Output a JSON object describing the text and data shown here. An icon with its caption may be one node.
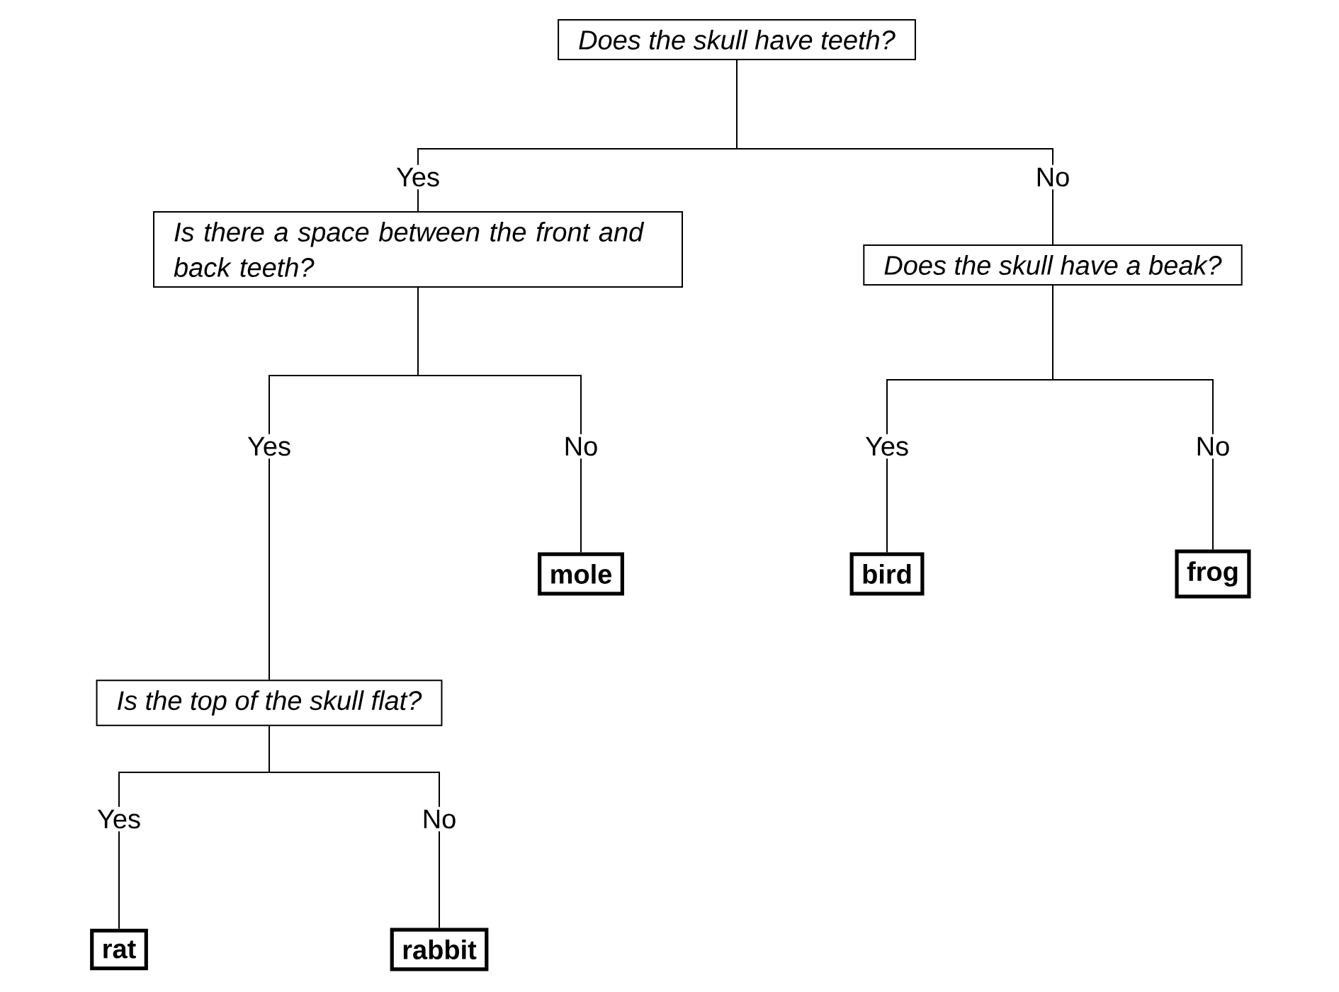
{
  "diagram": {
    "nodes": [
      {
        "text": [
          "Does the skull have teeth?"
        ]
      },
      {
        "text": [
          "Is there a space between the front and back teeth?"
        ]
      },
      {
        "text": [
          "Does the skull have a beak?"
        ]
      },
      {
        "text": [
          "mole"
        ]
      },
      {
        "text": [
          "bird"
        ]
      },
      {
        "text": [
          "frog"
        ]
      },
      {
        "text": [
          "Is the top of the skull flat?"
        ]
      },
      {
        "text": [
          "rat"
        ]
      },
      {
        "text": [
          "rabbit"
        ]
      }
    ],
    "edges": [
      {
        "from": 0,
        "to": 1,
        "arrow": "none",
        "label": "Yes"
      },
      {
        "from": 0,
        "to": 2,
        "arrow": "none",
        "label": "No"
      },
      {
        "from": 1,
        "to": 6,
        "arrow": "none",
        "label": "Yes"
      },
      {
        "from": 1,
        "to": 3,
        "arrow": "none",
        "label": "No"
      },
      {
        "from": 2,
        "to": 4,
        "arrow": "none",
        "label": "Yes"
      },
      {
        "from": 2,
        "to": 5,
        "arrow": "none",
        "label": "No"
      },
      {
        "from": 6,
        "to": 7,
        "arrow": "none",
        "label": "Yes"
      },
      {
        "from": 6,
        "to": 8,
        "arrow": "none",
        "label": "No"
      }
    ]
  }
}
